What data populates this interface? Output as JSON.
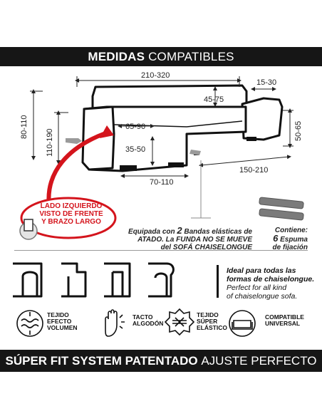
{
  "header": {
    "title_bold": "MEDIDAS",
    "title_light": "COMPATIBLES"
  },
  "dimensions": {
    "total_width": "210-320",
    "arm_width": "15-30",
    "back_height": "45-75",
    "height_total": "80-110",
    "height_chaise": "110-190",
    "seat_depth": "65-90",
    "seat_height": "35-50",
    "chaise_length": "70-110",
    "chaise_width": "150-210",
    "right_arm_height": "50-65"
  },
  "badge": {
    "line1": "LADO IZQUIERDO",
    "line2": "VISTO DE FRENTE",
    "line3": "Y BRAZO LARGO"
  },
  "straps_note": {
    "prefix": "Equipada con",
    "number": "2",
    "suffix": "Bandas elásticas de ATADO. La FUNDA NO SE MUEVE del SOFÁ CHAISELONGUE"
  },
  "foam_note": {
    "line1": "Contiene:",
    "number": "6",
    "line2": "Espuma",
    "line3": "de fijación"
  },
  "ideal": {
    "es_line1": "Ideal para todas las",
    "es_line2": "formas de chaiselongue.",
    "en_line1": "Perfect for all kind",
    "en_line2": "of chaiselongue sofa."
  },
  "features": [
    {
      "icon": "fabric-volume-icon",
      "label1": "TEJIDO",
      "label2": "EFECTO",
      "label3": "VOLUMEN"
    },
    {
      "icon": "cotton-hand-icon",
      "label1": "TACTO",
      "label2": "ALGODÓN",
      "label3": ""
    },
    {
      "icon": "stretch-fabric-icon",
      "label1": "TEJIDO",
      "label2": "SÚPER",
      "label3": "ELÁSTICO"
    },
    {
      "icon": "sofa-compatible-icon",
      "label1": "COMPATIBLE",
      "label2": "UNIVERSAL",
      "label3": ""
    }
  ],
  "footer": {
    "bold": "SÚPER FIT SYSTEM PATENTADO",
    "light": "AJUSTE PERFECTO"
  },
  "colors": {
    "banner": "#161616",
    "accent_red": "#d4141c",
    "foam_gray": "#7b7b7b"
  }
}
